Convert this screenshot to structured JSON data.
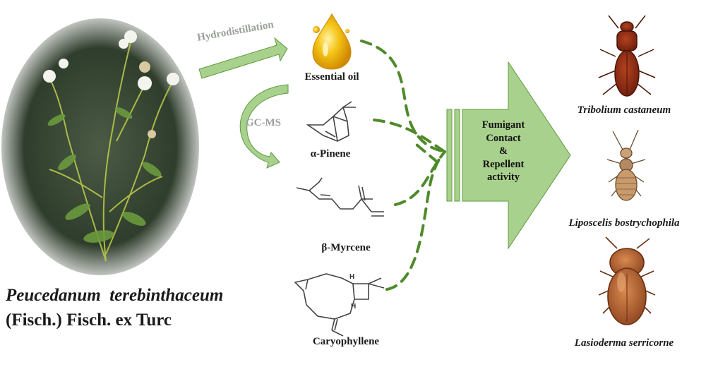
{
  "plant": {
    "name_line1": "Peucedanum  terebinthaceum",
    "name_line2": "(Fisch.) Fisch. ex Turc"
  },
  "process": {
    "step1": "Hydrodistillation",
    "step2": "GC-MS"
  },
  "products": {
    "essential_oil": "Essential oil",
    "compounds": [
      "α-Pinene",
      "β-Myrcene",
      "Caryophyllene"
    ]
  },
  "activity": {
    "lines": [
      "Fumigant",
      "Contact",
      "&",
      "Repellent",
      "activity"
    ]
  },
  "insects": [
    "Tribolium castaneum",
    "Liposcelis bostrychophila",
    "Lasioderma serricorne"
  ],
  "colors": {
    "arrow_fill": "#a9d18e",
    "arrow_stroke": "#5f9a3c",
    "dash": "#4f8a2b",
    "oil": "#f2b705",
    "beetle_red": "#8b2a14",
    "lasioderma": "#a8562a",
    "psocid": "#b48a62",
    "plant_bg": "#3a4a34"
  }
}
